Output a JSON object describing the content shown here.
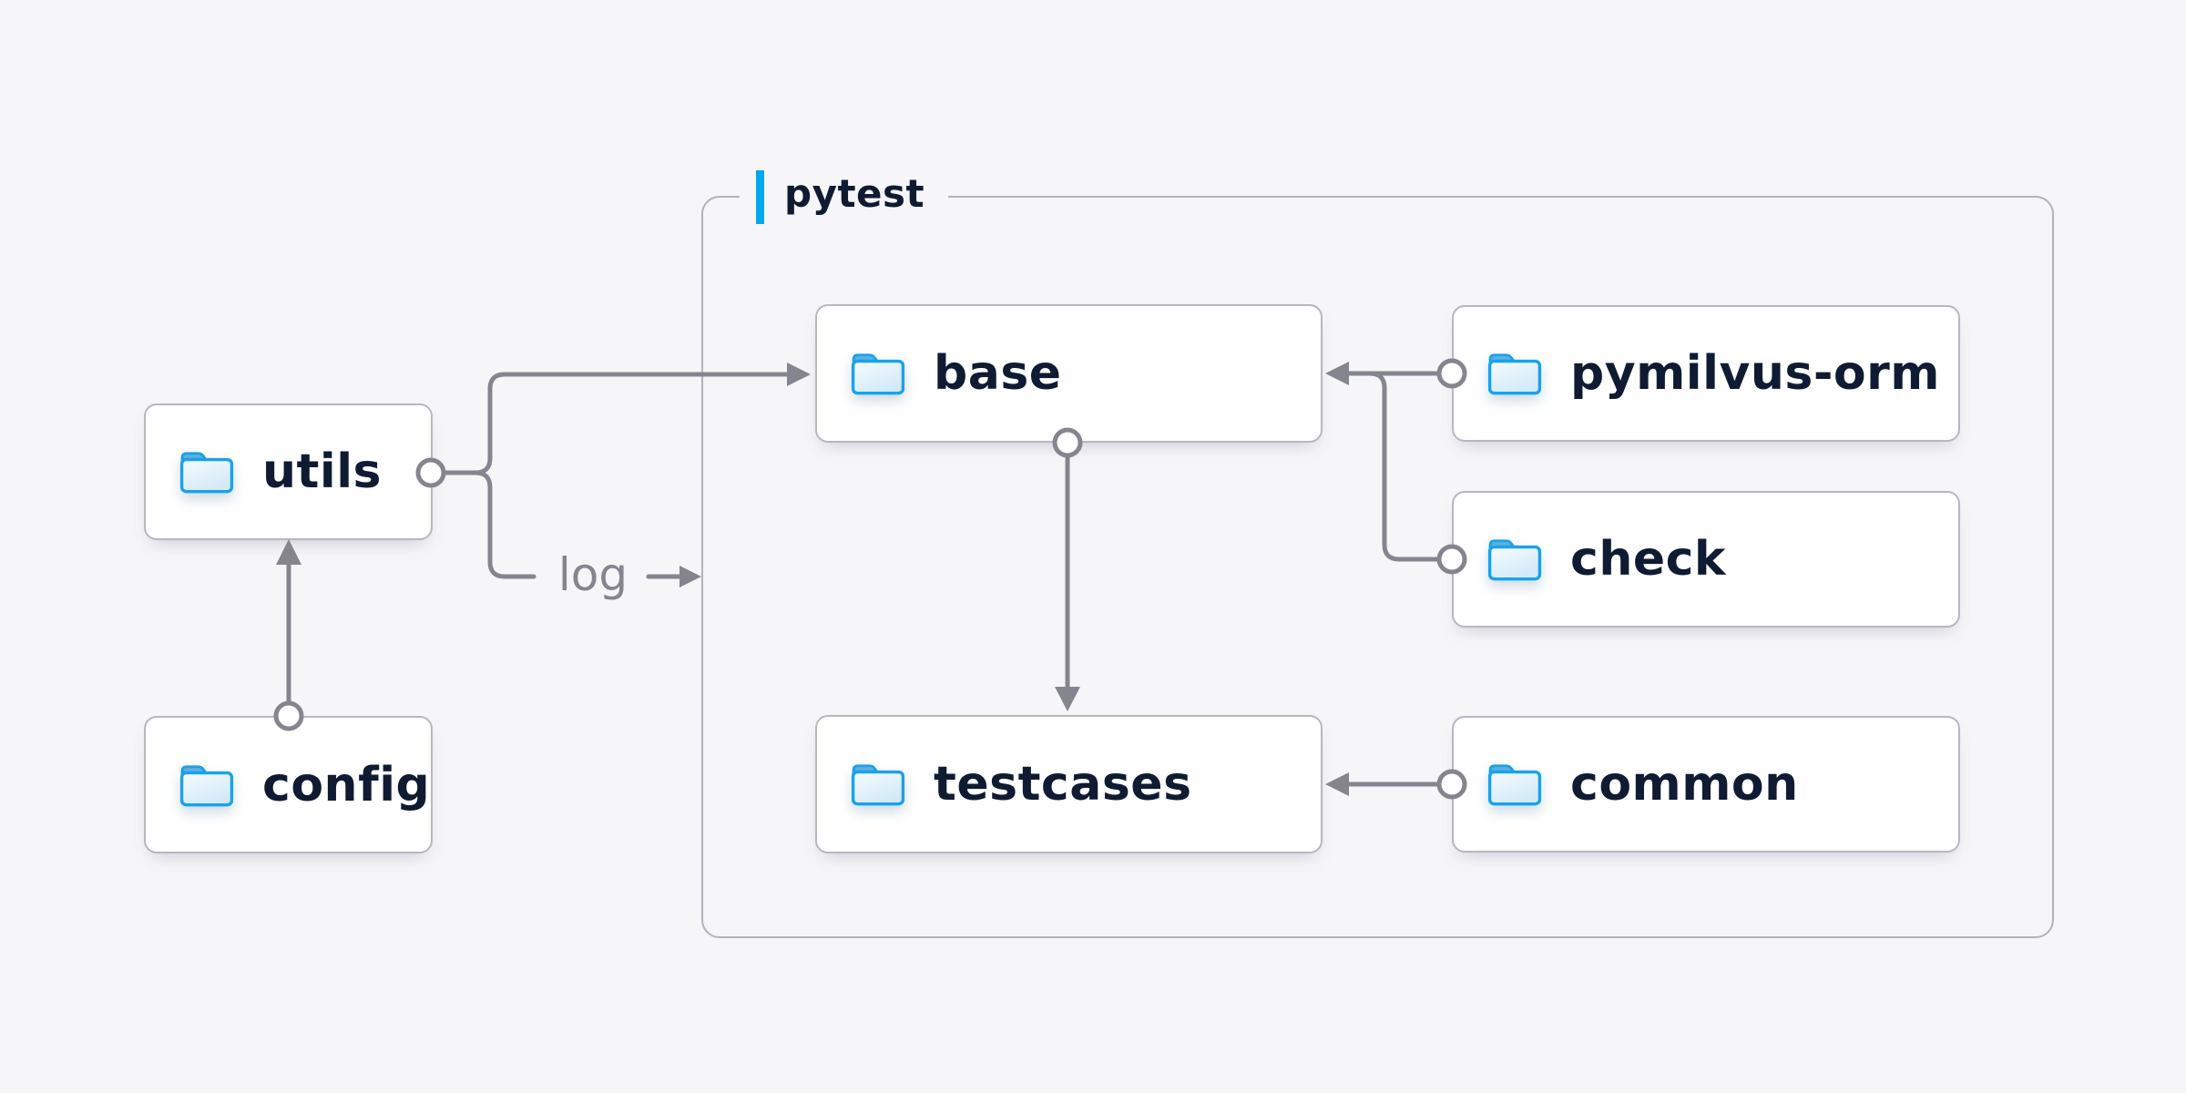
{
  "container": {
    "label": "pytest"
  },
  "nodes": {
    "utils": {
      "label": "utils"
    },
    "config": {
      "label": "config"
    },
    "base": {
      "label": "base"
    },
    "testcases": {
      "label": "testcases"
    },
    "pymilvus-orm": {
      "label": "pymilvus-orm"
    },
    "check": {
      "label": "check"
    },
    "common": {
      "label": "common"
    }
  },
  "edges": [
    {
      "from": "config",
      "to": "utils"
    },
    {
      "from": "utils",
      "to": "base"
    },
    {
      "from": "utils",
      "to": "log-out",
      "label": "log"
    },
    {
      "from": "base",
      "to": "testcases"
    },
    {
      "from": "pymilvus-orm",
      "to": "base"
    },
    {
      "from": "check",
      "to": "base"
    },
    {
      "from": "common",
      "to": "testcases"
    }
  ],
  "icons": {
    "node_icon": "folder-icon"
  },
  "colors": {
    "background": "#f6f6f8",
    "accent_blue": "#00a7f3",
    "folder_stroke_blue": "#18a2ee",
    "line_gray": "#85858f",
    "text_navy": "#0e1b33",
    "node_border": "#b7b7c3",
    "container_border": "#b2b2bd",
    "node_background": "#ffffff"
  }
}
